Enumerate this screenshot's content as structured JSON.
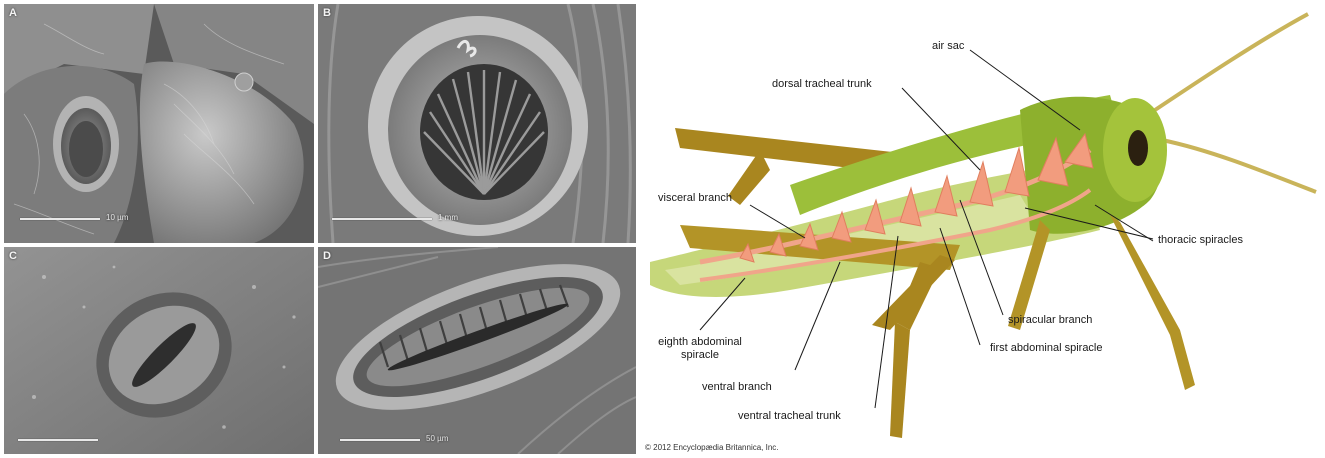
{
  "sem_panels": [
    {
      "letter": "A",
      "scale": "10 µm"
    },
    {
      "letter": "B",
      "scale": "1 mm"
    },
    {
      "letter": "C",
      "scale": ""
    },
    {
      "letter": "D",
      "scale": "50 µm"
    }
  ],
  "diagram": {
    "labels": {
      "air_sac": "air sac",
      "dorsal_tracheal_trunk": "dorsal tracheal trunk",
      "visceral_branch": "visceral branch",
      "thoracic_spiracles": "thoracic spiracles",
      "eighth_abdominal_spiracle": "eighth abdominal spiracle",
      "spiracular_branch": "spiracular branch",
      "first_abdominal_spiracle": "first abdominal spiracle",
      "ventral_branch": "ventral branch",
      "ventral_tracheal_trunk": "ventral tracheal trunk"
    },
    "copyright": "© 2012 Encyclopædia Britannica, Inc."
  }
}
